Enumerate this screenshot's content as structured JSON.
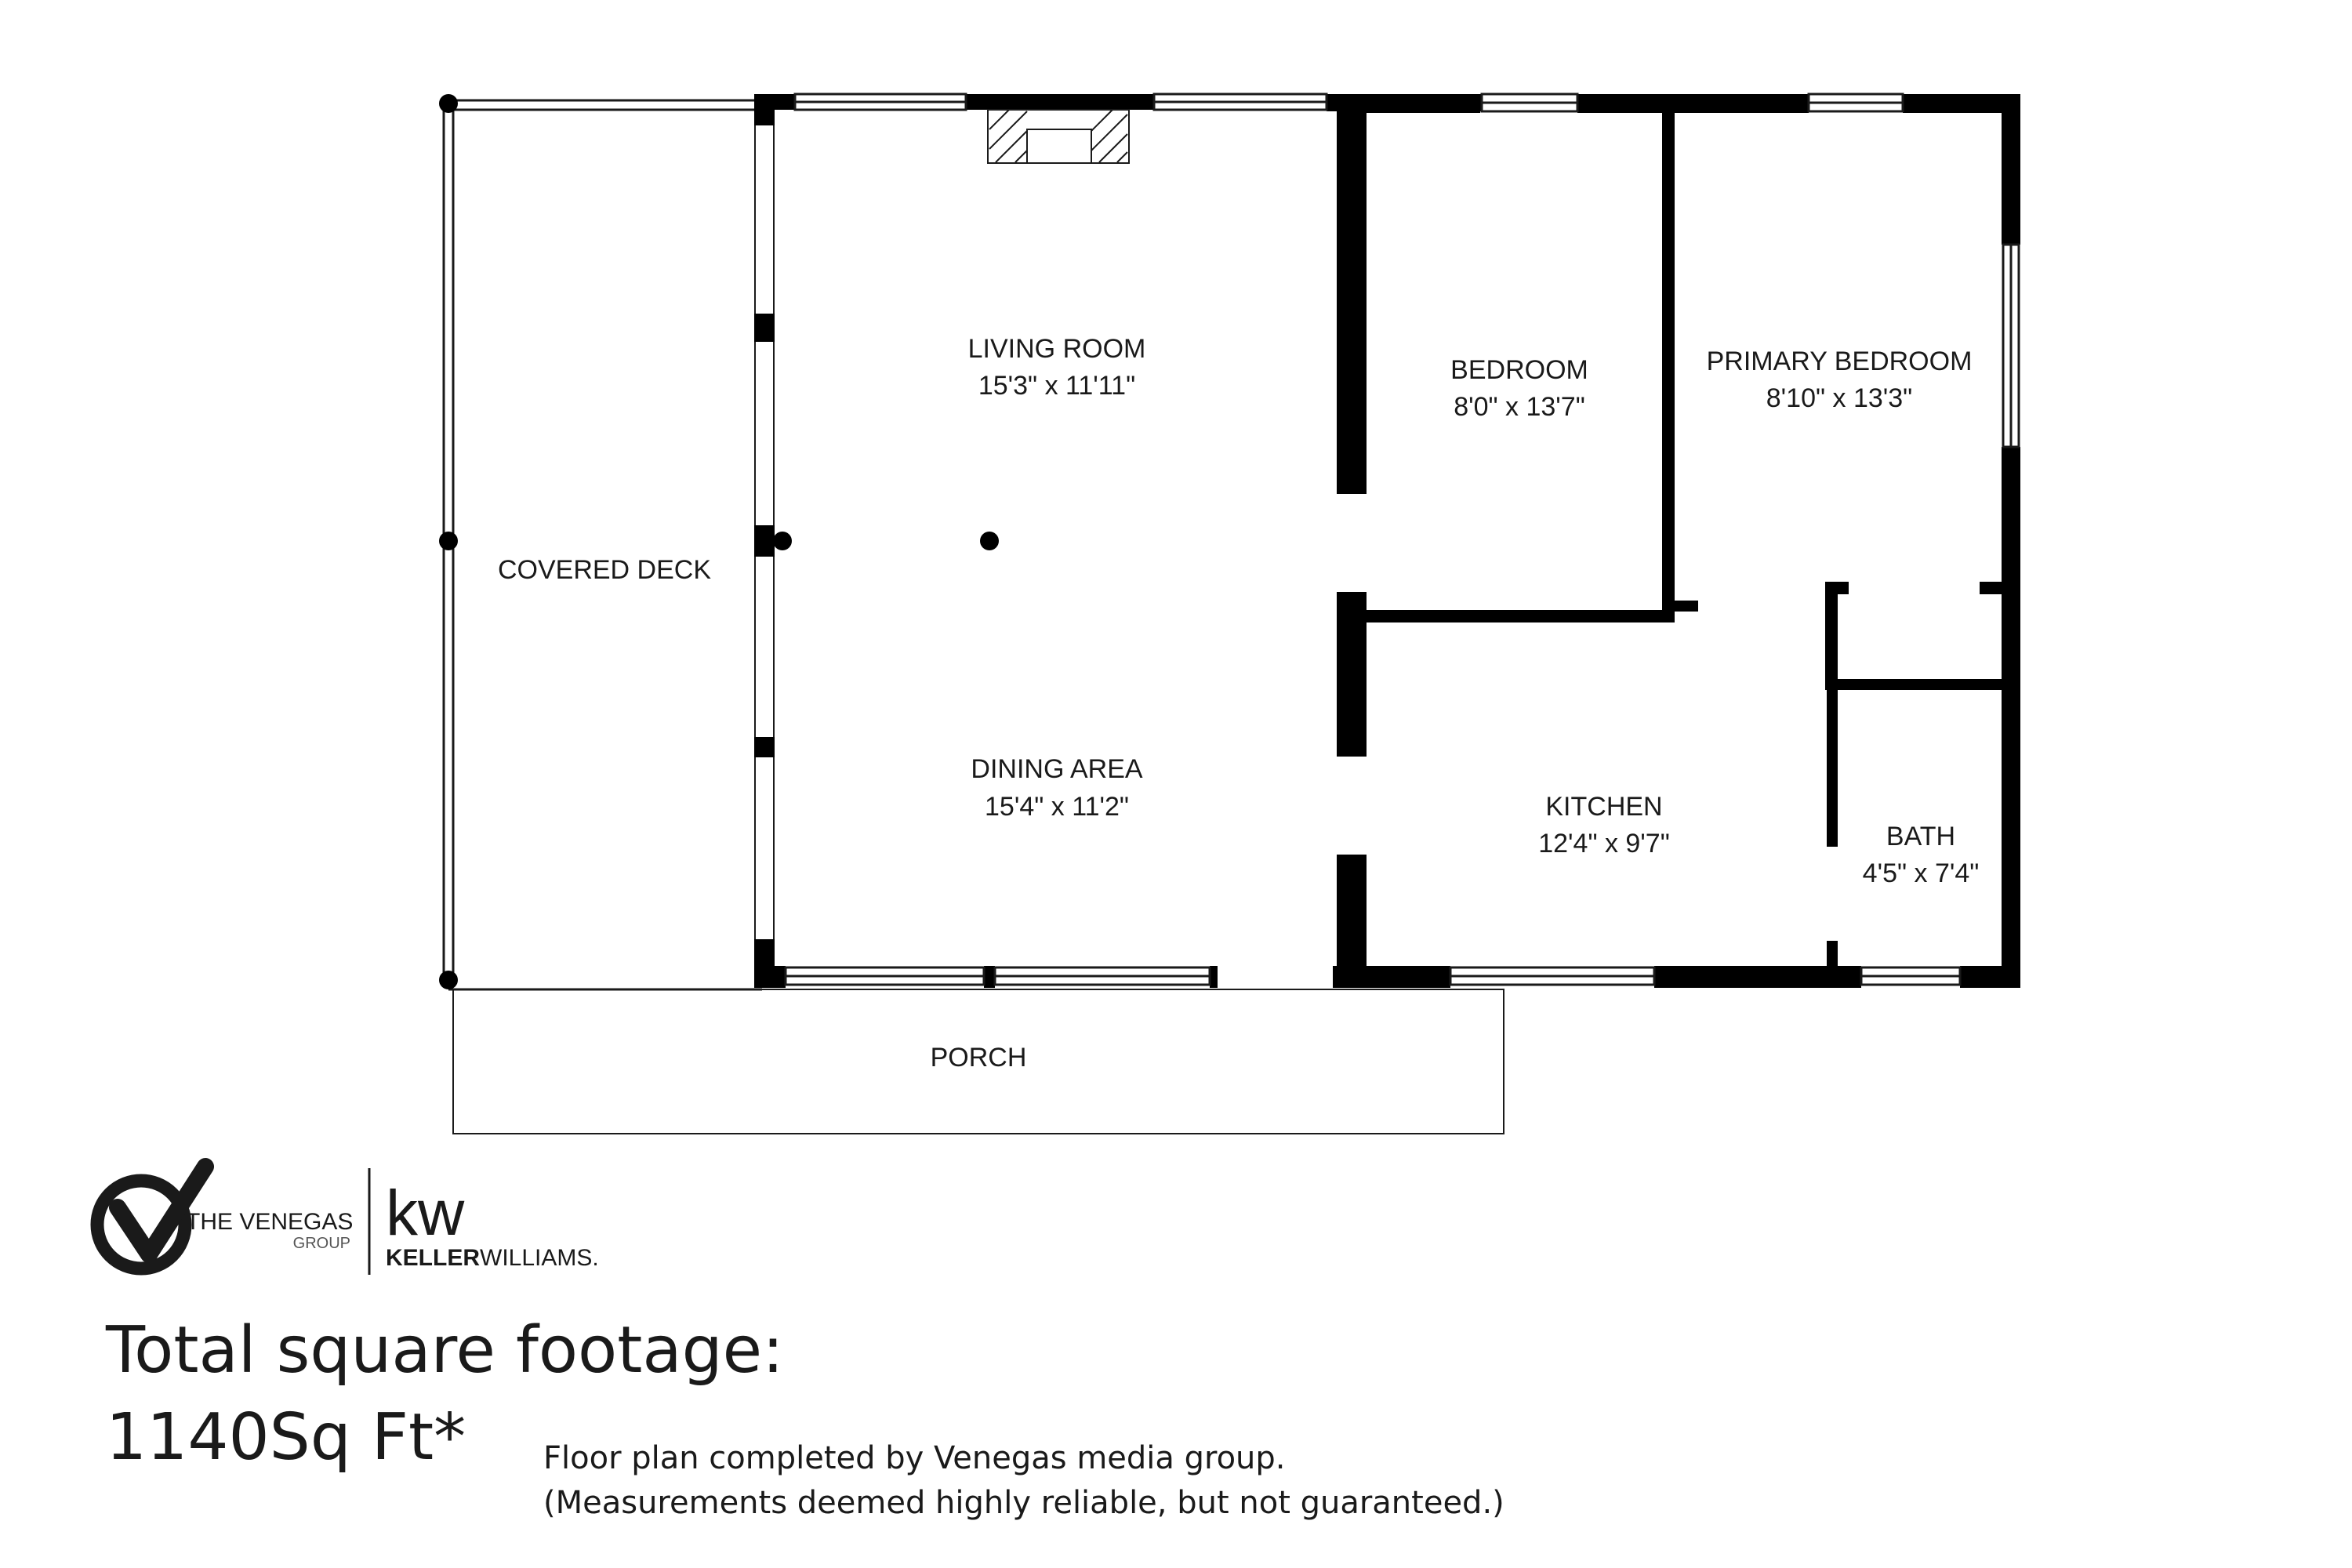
{
  "rooms": {
    "covered_deck": {
      "name": "COVERED DECK"
    },
    "living_room": {
      "name": "LIVING ROOM",
      "dims": "15'3\" x 11'11\""
    },
    "dining_area": {
      "name": "DINING AREA",
      "dims": "15'4\" x 11'2\""
    },
    "bedroom": {
      "name": "BEDROOM",
      "dims": "8'0\" x 13'7\""
    },
    "primary_bedroom": {
      "name": "PRIMARY BEDROOM",
      "dims": "8'10\" x 13'3\""
    },
    "kitchen": {
      "name": "KITCHEN",
      "dims": "12'4\" x 9'7\""
    },
    "bath": {
      "name": "BATH",
      "dims": "4'5\" x 7'4\""
    },
    "porch": {
      "name": "PORCH"
    }
  },
  "branding": {
    "venegas_name": "THE VENEGAS",
    "venegas_sub": "GROUP",
    "kw_mark": "kw",
    "kw_name_bold": "KELLER",
    "kw_name_light": "WILLIAMS."
  },
  "footer": {
    "total_label": "Total square footage:",
    "total_value": "1140Sq Ft*",
    "note_line1": "Floor plan completed by Venegas media group.",
    "note_line2": "(Measurements deemed highly reliable, but not guaranteed.)"
  }
}
